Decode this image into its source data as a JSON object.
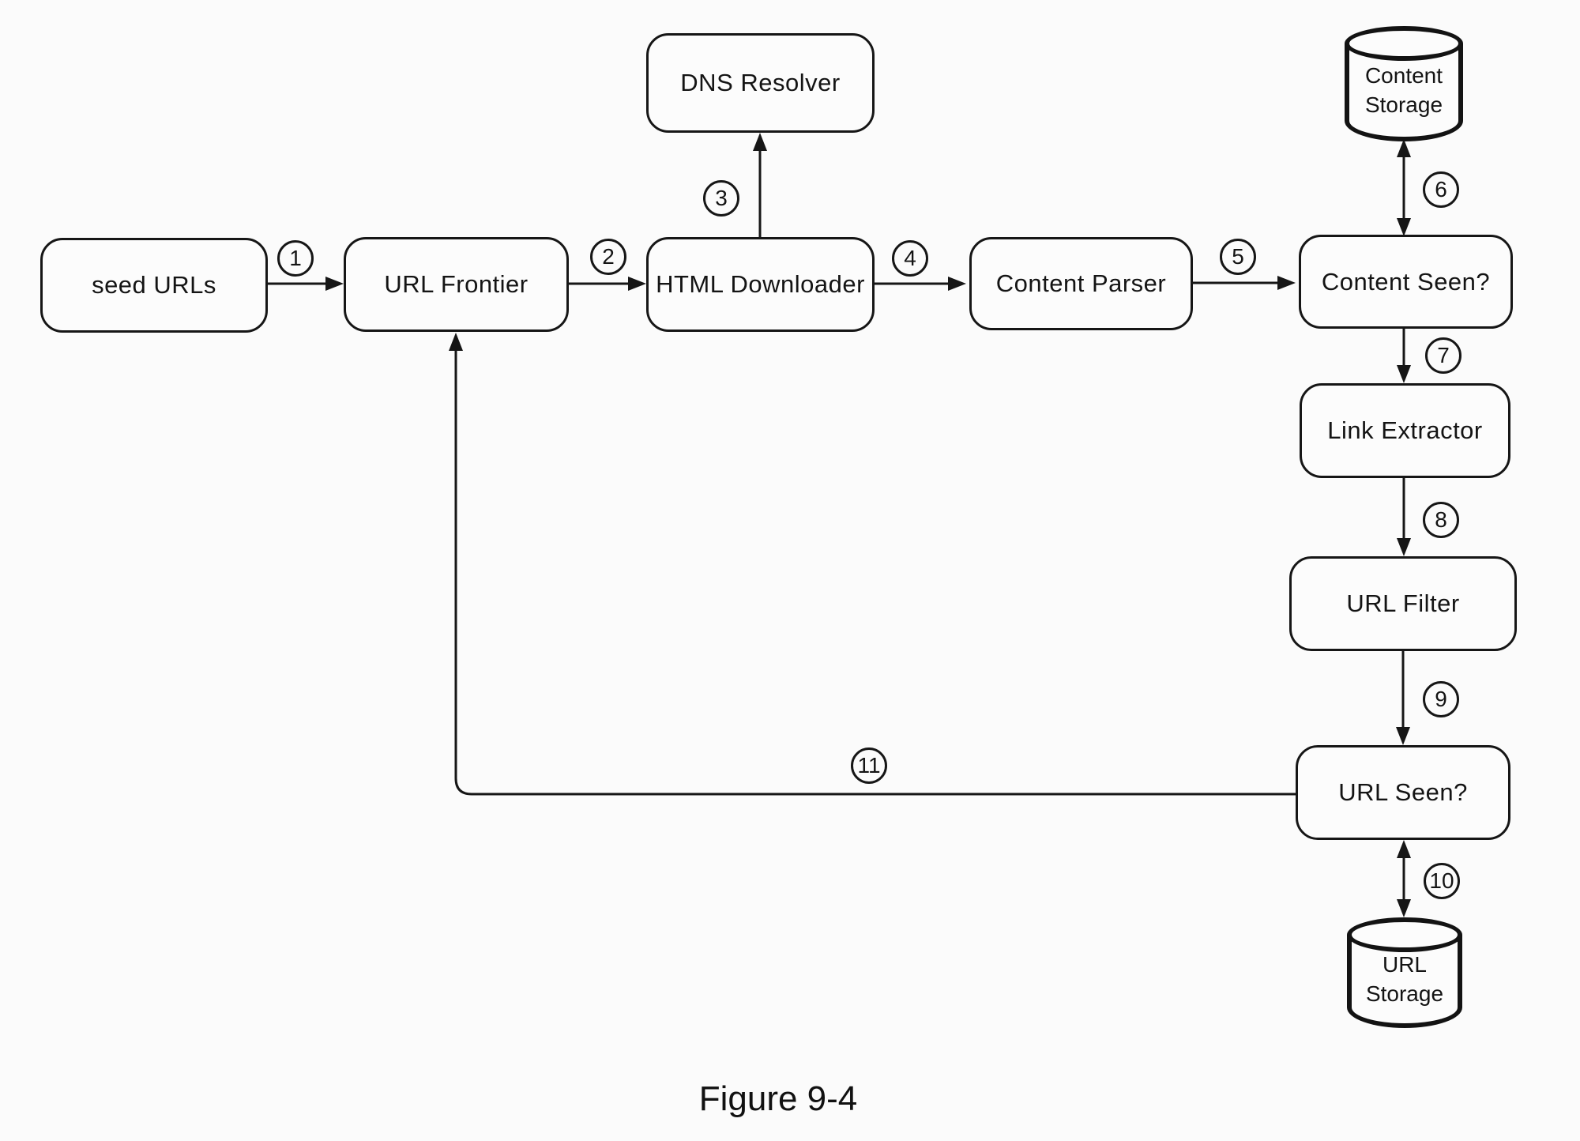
{
  "figure": {
    "caption": "Figure 9-4",
    "background_color": "#fbfbfb",
    "stroke_color": "#161616"
  },
  "nodes": {
    "seed_urls": {
      "label": "seed URLs",
      "type": "box"
    },
    "url_frontier": {
      "label": "URL Frontier",
      "type": "box"
    },
    "dns_resolver": {
      "label": "DNS Resolver",
      "type": "box"
    },
    "html_downloader": {
      "label": "HTML Downloader",
      "type": "box"
    },
    "content_parser": {
      "label": "Content Parser",
      "type": "box"
    },
    "content_seen": {
      "label": "Content Seen?",
      "type": "box"
    },
    "link_extractor": {
      "label": "Link Extractor",
      "type": "box"
    },
    "url_filter": {
      "label": "URL Filter",
      "type": "box"
    },
    "url_seen": {
      "label": "URL Seen?",
      "type": "box"
    },
    "content_storage": {
      "label_line1": "Content",
      "label_line2": "Storage",
      "type": "datastore"
    },
    "url_storage": {
      "label_line1": "URL",
      "label_line2": "Storage",
      "type": "datastore"
    }
  },
  "steps": {
    "s1": "1",
    "s2": "2",
    "s3": "3",
    "s4": "4",
    "s5": "5",
    "s6": "6",
    "s7": "7",
    "s8": "8",
    "s9": "9",
    "s10": "10",
    "s11": "11"
  },
  "edges": [
    {
      "step": "1",
      "from": "seed_urls",
      "to": "url_frontier",
      "bidirectional": false
    },
    {
      "step": "2",
      "from": "url_frontier",
      "to": "html_downloader",
      "bidirectional": false
    },
    {
      "step": "3",
      "from": "html_downloader",
      "to": "dns_resolver",
      "bidirectional": false
    },
    {
      "step": "4",
      "from": "html_downloader",
      "to": "content_parser",
      "bidirectional": false
    },
    {
      "step": "5",
      "from": "content_parser",
      "to": "content_seen",
      "bidirectional": false
    },
    {
      "step": "6",
      "from": "content_seen",
      "to": "content_storage",
      "bidirectional": true
    },
    {
      "step": "7",
      "from": "content_seen",
      "to": "link_extractor",
      "bidirectional": false
    },
    {
      "step": "8",
      "from": "link_extractor",
      "to": "url_filter",
      "bidirectional": false
    },
    {
      "step": "9",
      "from": "url_filter",
      "to": "url_seen",
      "bidirectional": false
    },
    {
      "step": "10",
      "from": "url_seen",
      "to": "url_storage",
      "bidirectional": true
    },
    {
      "step": "11",
      "from": "url_seen",
      "to": "url_frontier",
      "bidirectional": false
    }
  ]
}
